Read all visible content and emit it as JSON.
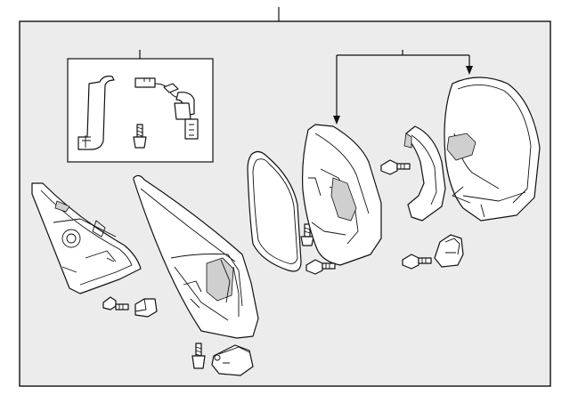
{
  "diagram": {
    "background_color": "#ececec",
    "line_color": "#111111",
    "parts": [
      {
        "id": "mirror-assembly",
        "icon": "mirror-assembly-icon"
      },
      {
        "id": "wire-harness",
        "icon": "wire-harness-icon"
      },
      {
        "id": "connector-screw",
        "icon": "screw-icon"
      },
      {
        "id": "inner-trim-cover",
        "icon": "trim-cover-icon"
      },
      {
        "id": "base-housing",
        "icon": "mirror-base-icon"
      },
      {
        "id": "mirror-glass",
        "icon": "mirror-glass-icon"
      },
      {
        "id": "housing-shell",
        "icon": "housing-shell-icon"
      },
      {
        "id": "turn-signal-lamp",
        "icon": "turn-signal-icon"
      },
      {
        "id": "mirror-cap",
        "icon": "mirror-cap-icon"
      },
      {
        "id": "small-clip",
        "icon": "clip-icon"
      },
      {
        "id": "bracket-clip",
        "icon": "bracket-icon"
      }
    ]
  }
}
